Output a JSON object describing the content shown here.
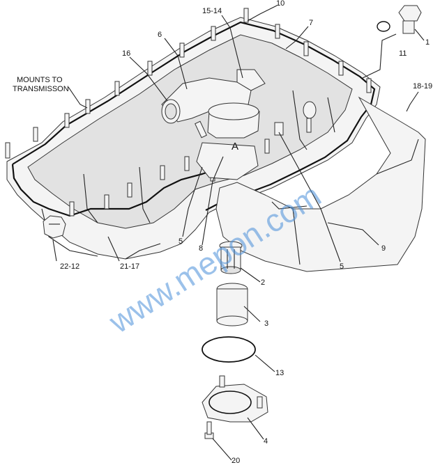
{
  "watermark": "www.mepon.com",
  "view_label": "A",
  "callouts": {
    "c1": "1",
    "c2": "2",
    "c3": "3",
    "c4": "4",
    "c5a": "5",
    "c5b": "5",
    "c6": "6",
    "c7": "7",
    "c8": "8",
    "c9": "9",
    "c10": "10",
    "c11": "11",
    "c13": "13",
    "c15_14": "15-14",
    "c16": "16",
    "c18_19": "18-19",
    "c20": "20",
    "c21_17": "21-17",
    "c22_12": "22-12"
  },
  "note": {
    "line1": "MOUNTS TO",
    "line2": "TRANSMISSON"
  }
}
